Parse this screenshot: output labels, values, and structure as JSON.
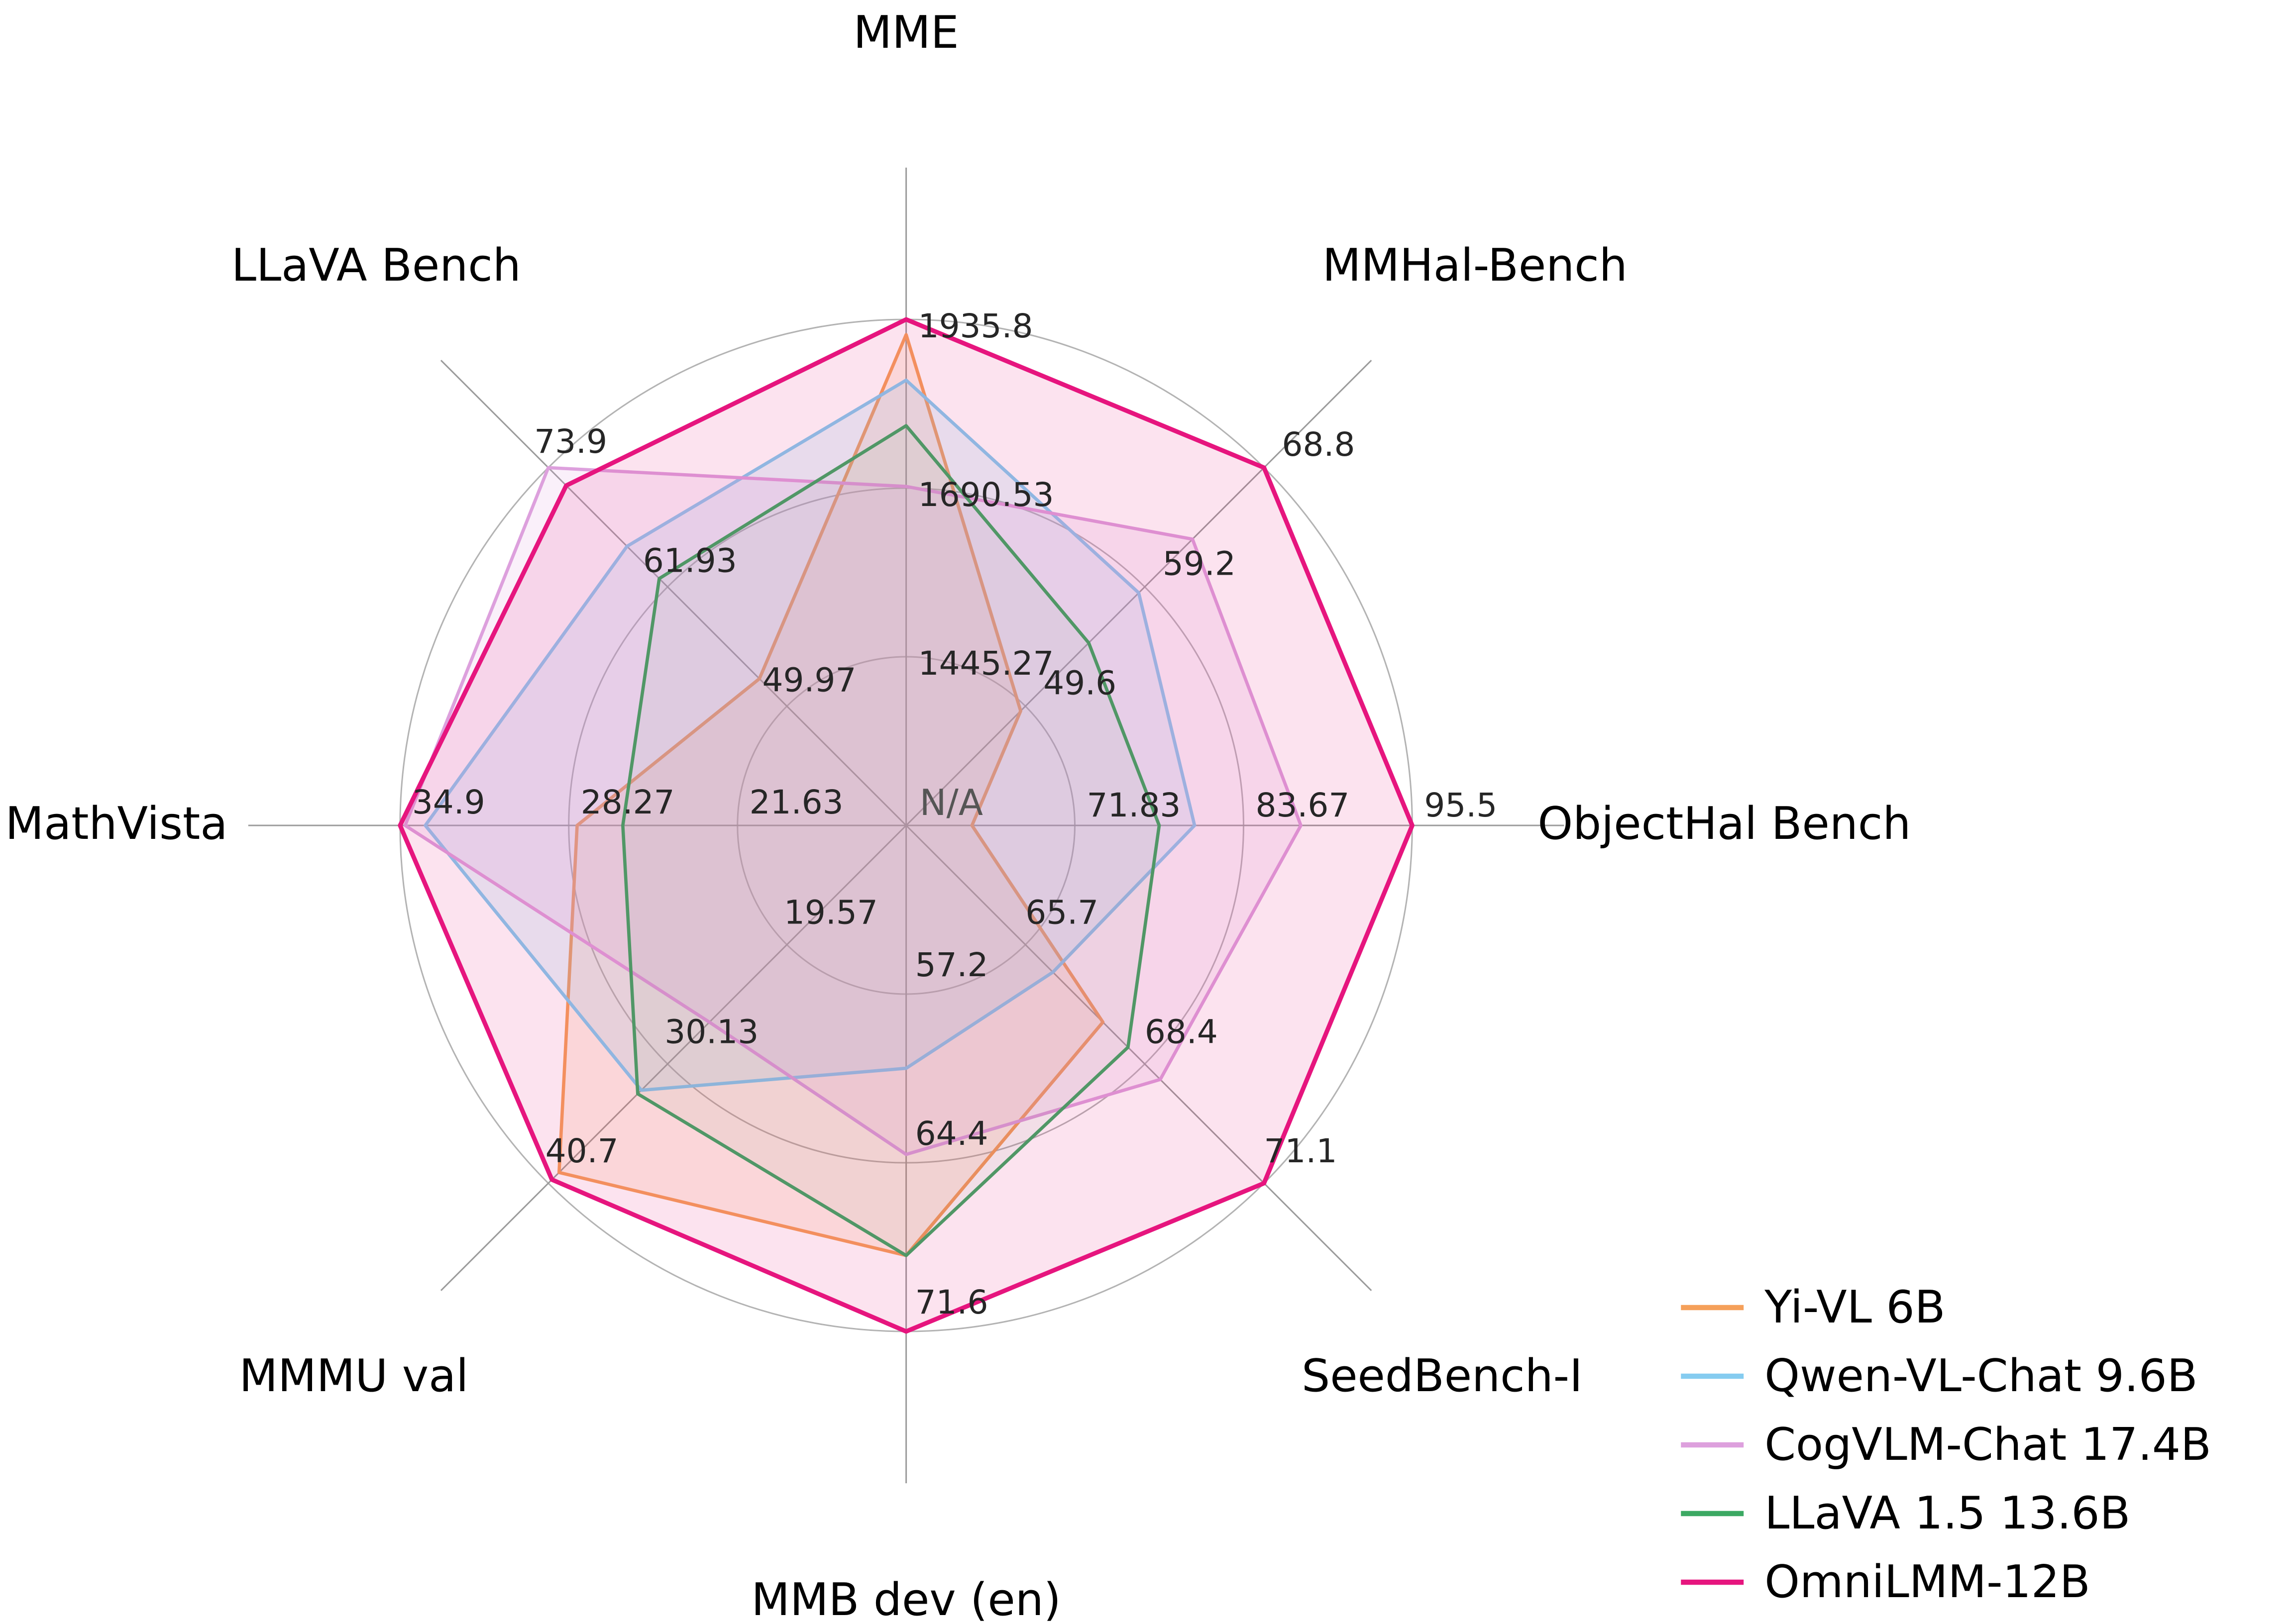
{
  "chart_data": {
    "type": "radar",
    "title": "",
    "center_label": "N/A",
    "grid": true,
    "legend_position": "lower right",
    "rings_norm": [
      0.3333,
      0.6667,
      1.0
    ],
    "axes": [
      {
        "label": "MME",
        "ticks": [
          "1445.27",
          "1690.53",
          "1935.8"
        ]
      },
      {
        "label": "MMHal-Bench",
        "ticks": [
          "49.6",
          "59.2",
          "68.8"
        ]
      },
      {
        "label": "ObjectHal Bench",
        "ticks": [
          "71.83",
          "83.67",
          "95.5"
        ]
      },
      {
        "label": "SeedBench-I",
        "ticks": [
          "65.7",
          "68.4",
          "71.1"
        ]
      },
      {
        "label": "MMB dev (en)",
        "ticks": [
          "57.2",
          "64.4",
          "71.6"
        ]
      },
      {
        "label": "MMMU val",
        "ticks": [
          "19.57",
          "30.13",
          "40.7"
        ]
      },
      {
        "label": "MathVista",
        "ticks": [
          "21.63",
          "28.27",
          "34.9"
        ]
      },
      {
        "label": "LLaVA Bench",
        "ticks": [
          "49.97",
          "61.93",
          "73.9"
        ]
      }
    ],
    "series": [
      {
        "name": "Yi-VL 6B",
        "color": "#F5A05A",
        "fill_opacity": 0.15,
        "line_width": 2.2,
        "values_norm": [
          0.97,
          0.32,
          0.13,
          0.55,
          0.85,
          0.97,
          0.65,
          0.41
        ],
        "values_est": [
          1913.7,
          49.2,
          64.6,
          67.5,
          68.4,
          39.8,
          27.9,
          52.7
        ]
      },
      {
        "name": "Qwen-VL-Chat 9.6B",
        "color": "#85CCF0",
        "fill_opacity": 0.18,
        "line_width": 2.2,
        "values_norm": [
          0.88,
          0.65,
          0.57,
          0.41,
          0.48,
          0.74,
          0.95,
          0.78
        ],
        "values_est": [
          1847.5,
          58.7,
          80.2,
          66.3,
          60.4,
          32.5,
          33.9,
          66.0
        ]
      },
      {
        "name": "CogVLM-Chat 17.4B",
        "color": "#DDA0DD",
        "fill_opacity": 0.16,
        "line_width": 2.2,
        "values_norm": [
          0.67,
          0.8,
          0.78,
          0.71,
          0.65,
          0.55,
          0.99,
          1.0
        ],
        "values_est": [
          1693.0,
          63.0,
          87.7,
          68.8,
          64.0,
          26.4,
          34.7,
          73.9
        ]
      },
      {
        "name": "LLaVA 1.5 13.6B",
        "color": "#3CA963",
        "fill_opacity": 0.06,
        "line_width": 2.2,
        "values_norm": [
          0.79,
          0.51,
          0.5,
          0.62,
          0.85,
          0.75,
          0.56,
          0.69
        ],
        "values_est": [
          1781.3,
          54.7,
          77.8,
          68.0,
          68.4,
          32.8,
          26.2,
          62.8
        ]
      },
      {
        "name": "OmniLMM-12B",
        "color": "#E6157E",
        "fill_opacity": 0.12,
        "line_width": 3.0,
        "values_norm": [
          1.0,
          1.0,
          1.0,
          1.0,
          1.0,
          0.99,
          1.0,
          0.95
        ],
        "values_est": [
          1935.8,
          68.8,
          95.5,
          71.1,
          71.6,
          40.4,
          34.9,
          72.1
        ]
      }
    ],
    "colors": {
      "grid": "#b3b3b3",
      "spoke": "#9b9b9b",
      "axis_title": "#000000",
      "tick_label": "#262626",
      "center_label": "#555555",
      "legend_text": "#000000",
      "background": "#ffffff"
    }
  },
  "legend": {
    "items": [
      "Yi-VL 6B",
      "Qwen-VL-Chat 9.6B",
      "CogVLM-Chat 17.4B",
      "LLaVA 1.5 13.6B",
      "OmniLMM-12B"
    ]
  }
}
